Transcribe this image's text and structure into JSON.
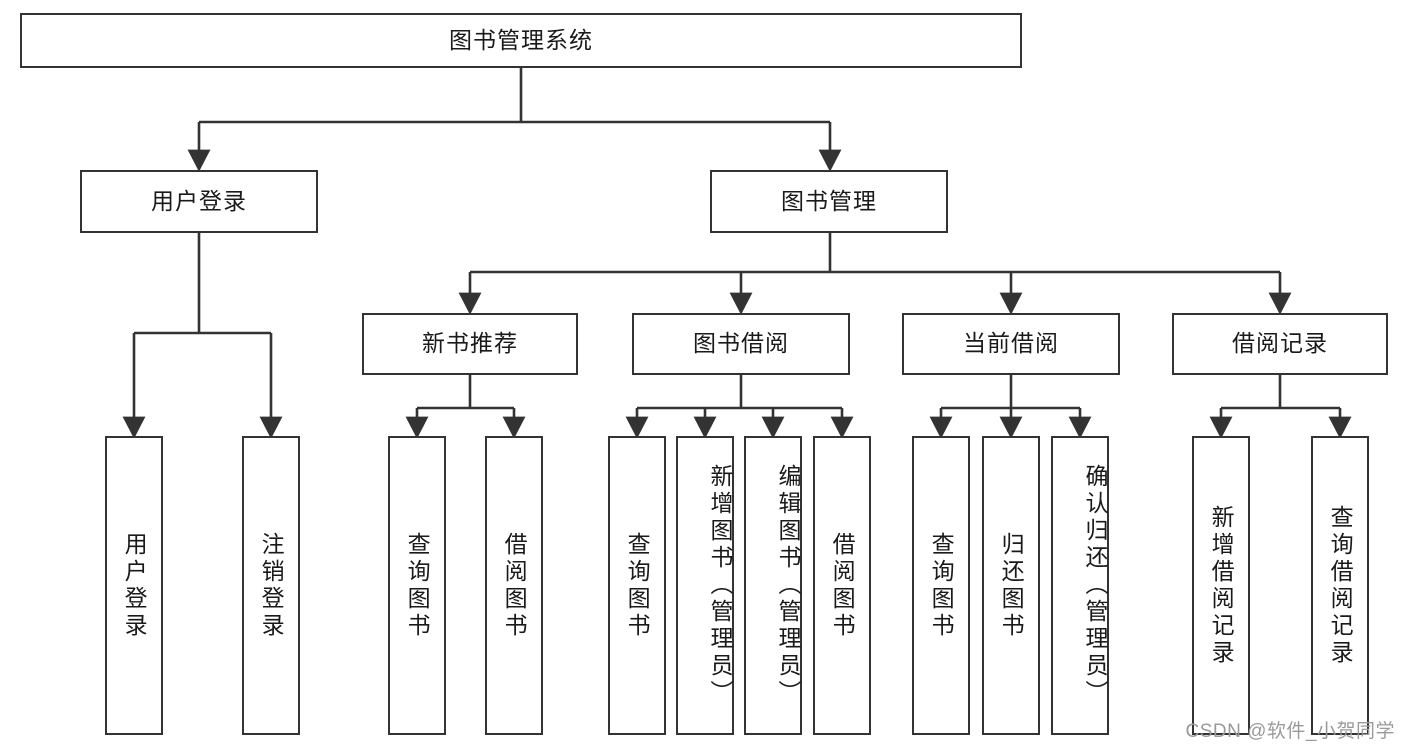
{
  "diagram": {
    "title": "图书管理系统",
    "type": "tree-hierarchy",
    "root": {
      "label": "图书管理系统"
    },
    "level1": [
      {
        "label": "用户登录"
      },
      {
        "label": "图书管理"
      }
    ],
    "level2": [
      {
        "label": "新书推荐"
      },
      {
        "label": "图书借阅"
      },
      {
        "label": "当前借阅"
      },
      {
        "label": "借阅记录"
      }
    ],
    "leaves": {
      "login": [
        {
          "label": "用户登录"
        },
        {
          "label": "注销登录"
        }
      ],
      "new_books": [
        {
          "label": "查询图书"
        },
        {
          "label": "借阅图书"
        }
      ],
      "borrow": [
        {
          "label": "查询图书"
        },
        {
          "label": "新增图书（管理员）"
        },
        {
          "label": "编辑图书（管理员）"
        },
        {
          "label": "借阅图书"
        }
      ],
      "current": [
        {
          "label": "查询图书"
        },
        {
          "label": "归还图书"
        },
        {
          "label": "确认归还（管理员）"
        }
      ],
      "records": [
        {
          "label": "新增借阅记录"
        },
        {
          "label": "查询借阅记录"
        }
      ]
    }
  },
  "watermark": {
    "text": "CSDN @软件_小贺同学"
  },
  "colors": {
    "stroke": "#333333",
    "background": "#ffffff",
    "text": "#1a1a1a",
    "watermark": "#9a9a9a"
  }
}
